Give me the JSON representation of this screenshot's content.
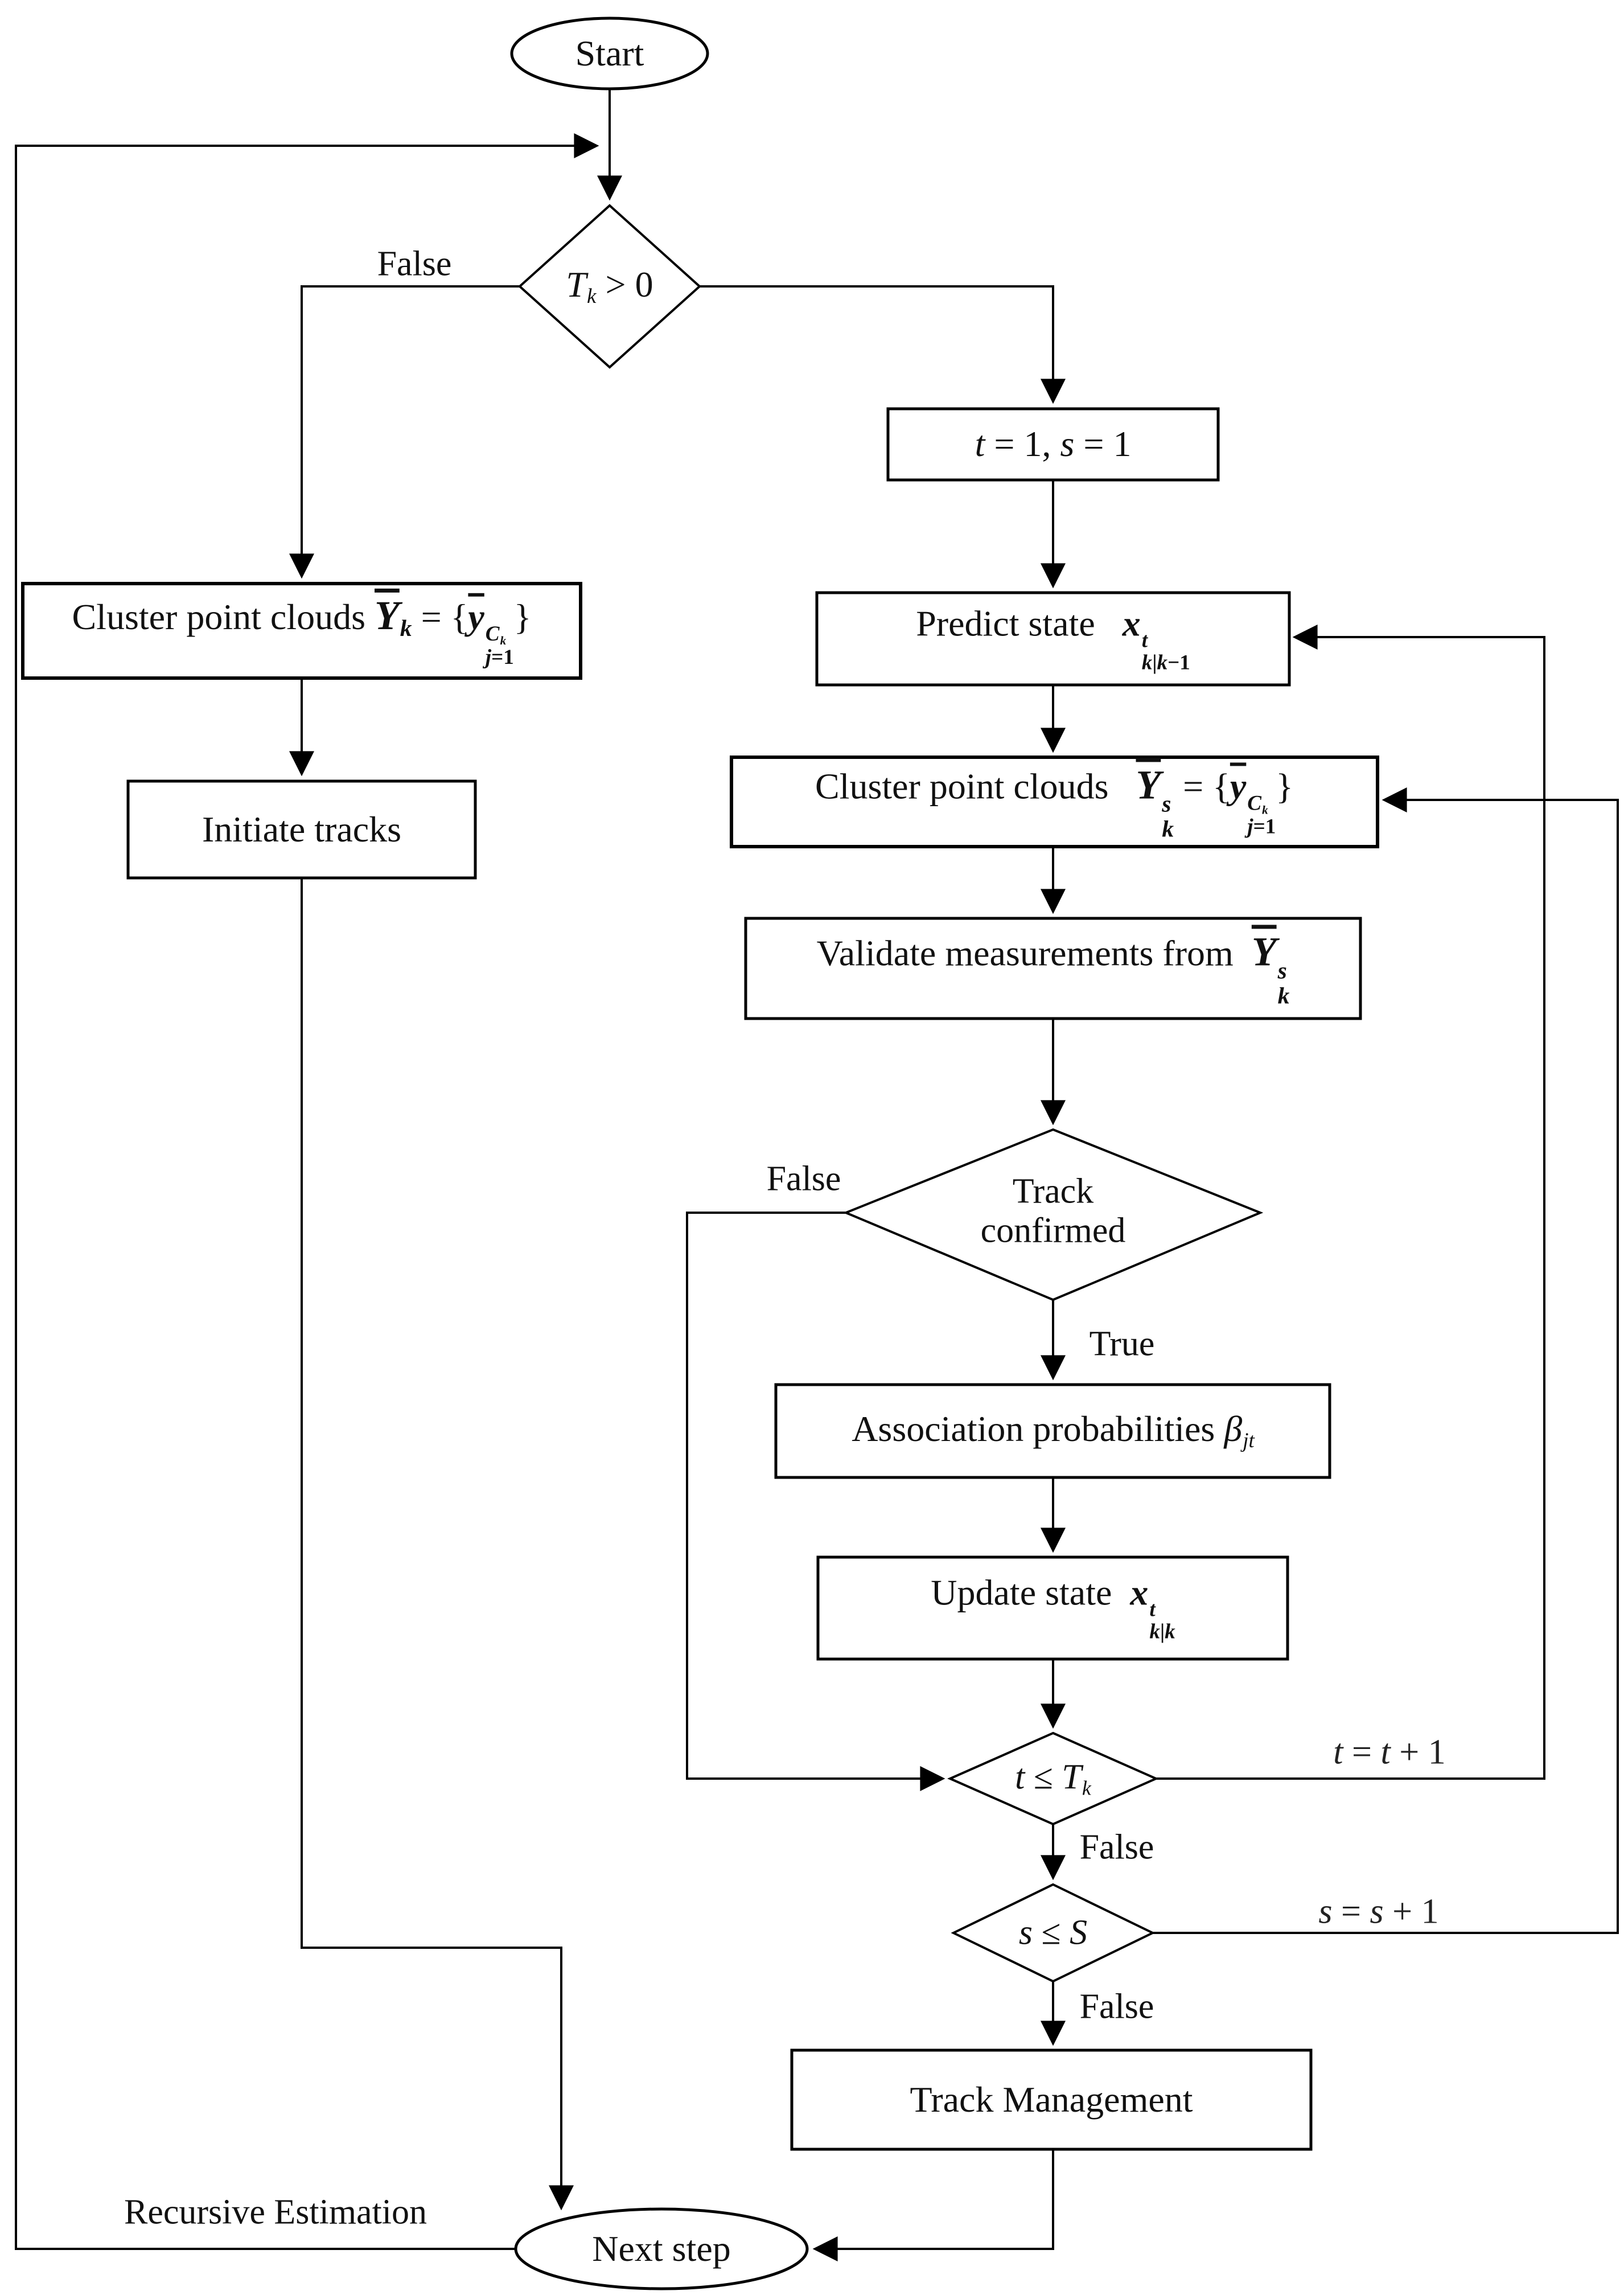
{
  "figure": {
    "type": "flowchart",
    "colors": {
      "background": "#ffffff",
      "stroke": "#000000",
      "text": "#111111"
    },
    "nodes": {
      "start": {
        "shape": "terminator",
        "label": "Start"
      },
      "tk_check": {
        "shape": "decision",
        "math": [
          {
            "v": "T",
            "cls": "it",
            "sub": [
              {
                "v": "k",
                "cls": "it"
              }
            ]
          },
          {
            "v": " > 0",
            "cls": "rm"
          }
        ]
      },
      "cluster_initial": {
        "shape": "process",
        "math": [
          {
            "v": "Cluster point clouds ",
            "cls": "rm"
          },
          {
            "v": "Y",
            "cls": "scY",
            "bar": true,
            "sub": [
              {
                "v": "k",
                "cls": "it"
              }
            ]
          },
          {
            "v": " = {",
            "cls": "rm"
          },
          {
            "v": "y",
            "cls": "bfit",
            "bar": true,
            "sup": [
              {
                "v": "C",
                "cls": "it",
                "sub": [
                  {
                    "v": "k",
                    "cls": "it"
                  }
                ]
              }
            ],
            "sub": [
              {
                "v": "j",
                "cls": "it"
              },
              {
                "v": "=1",
                "cls": "rm"
              }
            ]
          },
          {
            "v": "}",
            "cls": "rm"
          }
        ]
      },
      "initiate_tracks": {
        "shape": "process",
        "label": "Initiate tracks"
      },
      "init_loop_vars": {
        "shape": "process",
        "math": [
          {
            "v": "t",
            "cls": "it"
          },
          {
            "v": " = 1, ",
            "cls": "rm"
          },
          {
            "v": "s",
            "cls": "it"
          },
          {
            "v": " = 1",
            "cls": "rm"
          }
        ]
      },
      "predict_state": {
        "shape": "process",
        "math": [
          {
            "v": "Predict state   ",
            "cls": "rm"
          },
          {
            "v": "x",
            "cls": "bfit",
            "sup": [
              {
                "v": "t",
                "cls": "it"
              }
            ],
            "sub": [
              {
                "v": "k",
                "cls": "it"
              },
              {
                "v": "|",
                "cls": "rm"
              },
              {
                "v": "k",
                "cls": "it"
              },
              {
                "v": "−1",
                "cls": "rm"
              }
            ]
          }
        ]
      },
      "cluster_scan": {
        "shape": "process",
        "math": [
          {
            "v": "Cluster point clouds   ",
            "cls": "rm"
          },
          {
            "v": "Y",
            "cls": "scY",
            "bar": true,
            "sup": [
              {
                "v": "s",
                "cls": "it"
              }
            ],
            "sub": [
              {
                "v": "k",
                "cls": "it"
              }
            ]
          },
          {
            "v": " = {",
            "cls": "rm"
          },
          {
            "v": "y",
            "cls": "bfit",
            "bar": true,
            "sup": [
              {
                "v": "C",
                "cls": "it",
                "sub": [
                  {
                    "v": "k",
                    "cls": "it"
                  }
                ]
              }
            ],
            "sub": [
              {
                "v": "j",
                "cls": "it"
              },
              {
                "v": "=1",
                "cls": "rm"
              }
            ]
          },
          {
            "v": "}",
            "cls": "rm"
          }
        ]
      },
      "validate_measurements": {
        "shape": "process",
        "math": [
          {
            "v": "Validate measurements from  ",
            "cls": "rm"
          },
          {
            "v": "Y",
            "cls": "scY",
            "bar": true,
            "sup": [
              {
                "v": "s",
                "cls": "it"
              }
            ],
            "sub": [
              {
                "v": "k",
                "cls": "it"
              }
            ]
          }
        ]
      },
      "track_confirmed": {
        "shape": "decision",
        "label": "Track\nconfirmed"
      },
      "association_probabilities": {
        "shape": "process",
        "math": [
          {
            "v": "Association probabilities ",
            "cls": "rm"
          },
          {
            "v": "β",
            "cls": "it",
            "sub": [
              {
                "v": "jt",
                "cls": "it"
              }
            ]
          }
        ]
      },
      "update_state": {
        "shape": "process",
        "math": [
          {
            "v": "Update state  ",
            "cls": "rm"
          },
          {
            "v": "x",
            "cls": "bfit",
            "sup": [
              {
                "v": "t",
                "cls": "it"
              }
            ],
            "sub": [
              {
                "v": "k",
                "cls": "it"
              },
              {
                "v": "|",
                "cls": "rm"
              },
              {
                "v": "k",
                "cls": "it"
              }
            ]
          }
        ]
      },
      "t_loop_check": {
        "shape": "decision",
        "math": [
          {
            "v": "t",
            "cls": "it"
          },
          {
            "v": " ≤ ",
            "cls": "rm"
          },
          {
            "v": "T",
            "cls": "it",
            "sub": [
              {
                "v": "k",
                "cls": "it"
              }
            ]
          }
        ]
      },
      "s_loop_check": {
        "shape": "decision",
        "math": [
          {
            "v": "s",
            "cls": "it"
          },
          {
            "v": " ≤ ",
            "cls": "rm"
          },
          {
            "v": "S",
            "cls": "it"
          }
        ]
      },
      "track_management": {
        "shape": "process",
        "label": "Track Management"
      },
      "next_step": {
        "shape": "terminator",
        "label": "Next step"
      }
    },
    "edge_labels": {
      "false_tk": "False",
      "true_track": "True",
      "false_track": "False",
      "false_t_loop": "False",
      "false_s_loop": "False",
      "recursive_estimation": "Recursive Estimation",
      "t_increment": [
        {
          "v": "t",
          "cls": "it"
        },
        {
          "v": " = ",
          "cls": "rm"
        },
        {
          "v": "t",
          "cls": "it"
        },
        {
          "v": " + 1",
          "cls": "rm"
        }
      ],
      "s_increment": [
        {
          "v": "s",
          "cls": "it"
        },
        {
          "v": " = ",
          "cls": "rm"
        },
        {
          "v": "s",
          "cls": "it"
        },
        {
          "v": " + 1",
          "cls": "rm"
        }
      ]
    }
  }
}
